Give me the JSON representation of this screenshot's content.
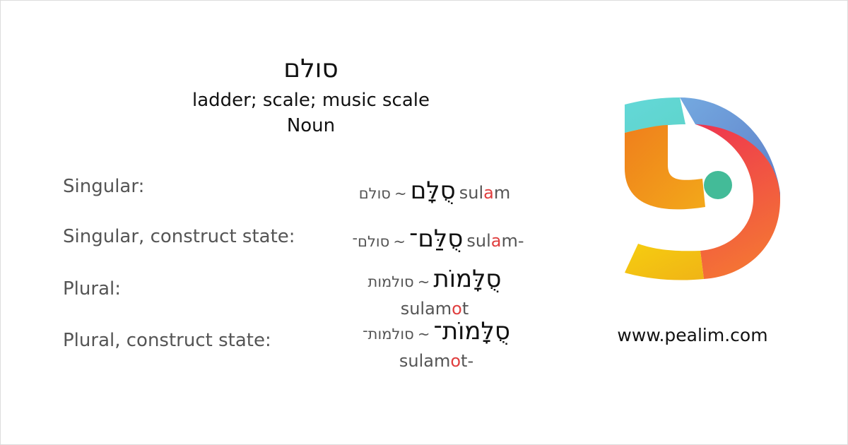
{
  "header": {
    "headword": "סולם",
    "meaning": "ladder; scale; music scale",
    "part_of_speech": "Noun"
  },
  "forms": [
    {
      "label": "Singular:",
      "plain": "סולם",
      "tilde": "~",
      "pointed": "סֻלָּם",
      "translit_pre": "sul",
      "translit_stress": "a",
      "translit_post": "m"
    },
    {
      "label": "Singular, construct state:",
      "plain": "סולם־",
      "tilde": "~",
      "pointed": "סֻלַּם־",
      "translit_pre": "sul",
      "translit_stress": "a",
      "translit_post": "m-"
    },
    {
      "label": "Plural:",
      "plain": "סולמות",
      "tilde": "~",
      "pointed": "סֻלָּמוֹת",
      "translit_pre": "sulam",
      "translit_stress": "o",
      "translit_post": "t"
    },
    {
      "label": "Plural, construct state:",
      "plain": "סולמות־",
      "tilde": "~",
      "pointed": "סֻלָּמוֹת־",
      "translit_pre": "sulam",
      "translit_stress": "o",
      "translit_post": "t-"
    }
  ],
  "site": {
    "url": "www.pealim.com"
  },
  "colors": {
    "stress_accent": "#e03e3e",
    "logo_teal": "#5fd6d4",
    "logo_blue": "#6b8fd2",
    "logo_orange": "#ef8a1c",
    "logo_red": "#ee3b4c",
    "logo_yellow": "#f4c614",
    "logo_dot": "#43bb98"
  }
}
